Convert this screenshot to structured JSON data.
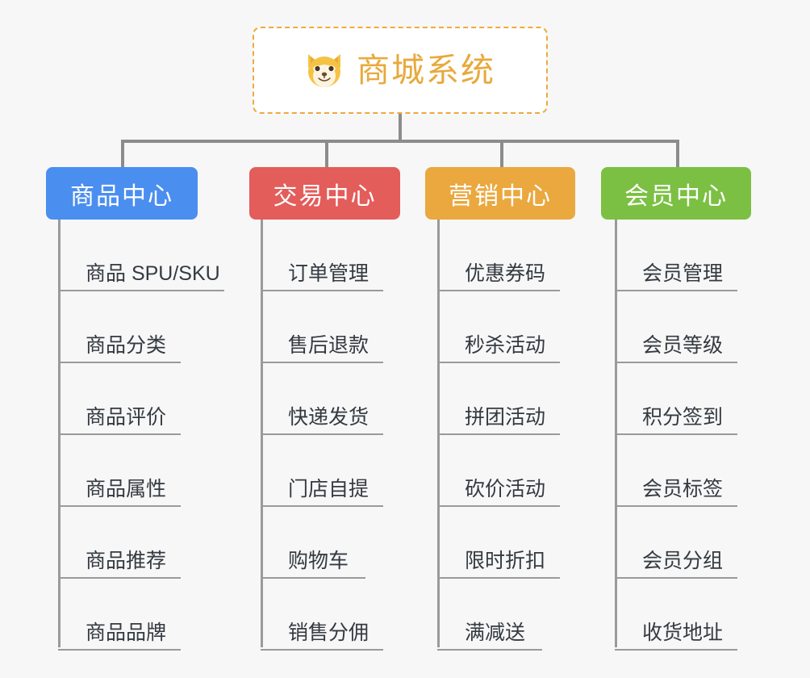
{
  "page": {
    "background_color": "#f7f7f7",
    "line_color": "#9a9a9a"
  },
  "root": {
    "title": "商城系统",
    "icon": "shiba-dog-face-icon",
    "text_color": "#e8a93c",
    "border_color": "#eeaa3c"
  },
  "columns": [
    {
      "header": "商品中心",
      "color": "#4a8ef0",
      "items": [
        "商品 SPU/SKU",
        "商品分类",
        "商品评价",
        "商品属性",
        "商品推荐",
        "商品品牌"
      ]
    },
    {
      "header": "交易中心",
      "color": "#e35d5b",
      "items": [
        "订单管理",
        "售后退款",
        "快递发货",
        "门店自提",
        "购物车",
        "销售分佣"
      ]
    },
    {
      "header": "营销中心",
      "color": "#eaa83f",
      "items": [
        "优惠券码",
        "秒杀活动",
        "拼团活动",
        "砍价活动",
        "限时折扣",
        "满减送"
      ]
    },
    {
      "header": "会员中心",
      "color": "#7bc043",
      "items": [
        "会员管理",
        "会员等级",
        "积分签到",
        "会员标签",
        "会员分组",
        "收货地址"
      ]
    }
  ]
}
